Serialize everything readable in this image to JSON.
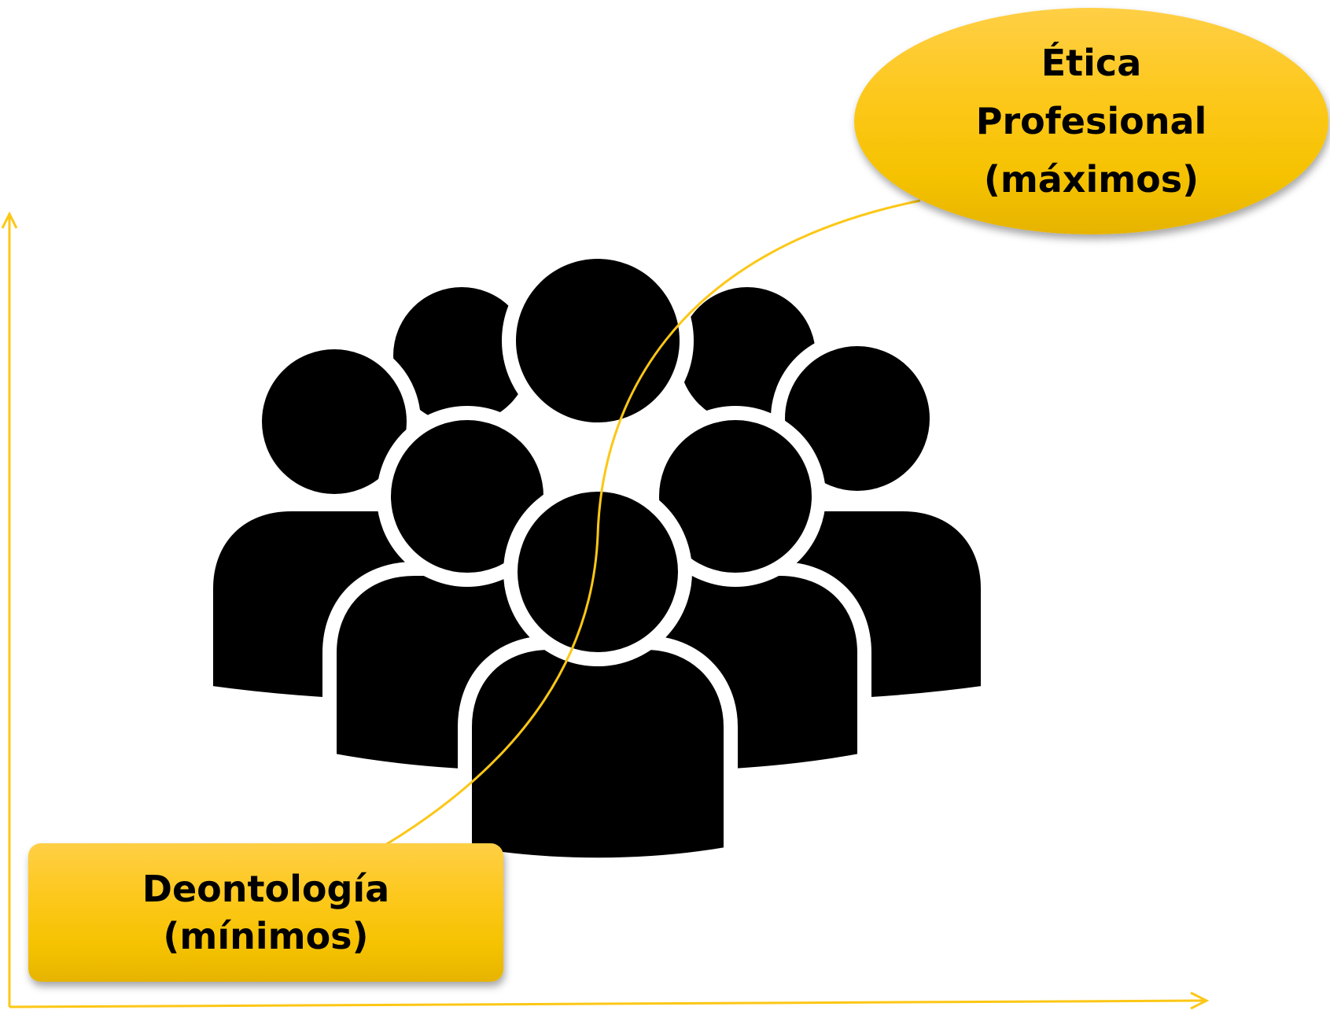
{
  "labels": {
    "minimos": {
      "line1": "Deontología",
      "line2": "(mínimos)"
    },
    "maximos": {
      "line1": "Ética",
      "line2": "Profesional",
      "line3": "(máximos)"
    }
  },
  "icons": {
    "center": "group-of-people-icon",
    "axes": "arrow-axes"
  },
  "colors": {
    "accent": "#fcc716",
    "accent_light": "#ffcf45",
    "accent_dark": "#e6b400",
    "icon": "#000000",
    "background": "#ffffff"
  }
}
